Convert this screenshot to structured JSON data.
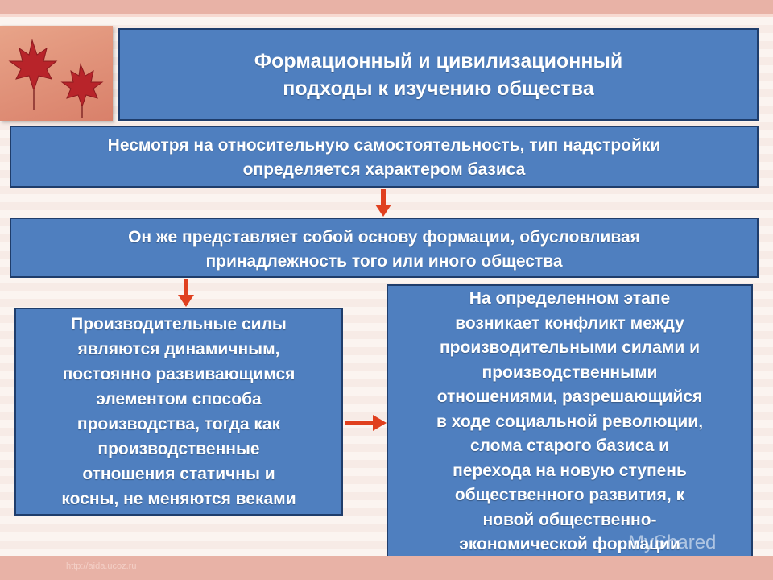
{
  "title": {
    "line1": "Формационный и цивилизационный",
    "line2": "подходы к изучению общества"
  },
  "box1": {
    "line1": "Несмотря на относительную самостоятельность, тип надстройки",
    "line2": "определяется характером базиса"
  },
  "box2": {
    "line1": "Он же представляет собой основу формации, обусловливая",
    "line2": "принадлежность того или иного общества"
  },
  "box3": {
    "lines": [
      "Производительные силы",
      "являются динамичным,",
      "постоянно развивающимся",
      "элементом способа",
      "производства, тогда как",
      "производственные",
      "отношения статичны и",
      "косны, не меняются веками"
    ]
  },
  "box4": {
    "lines": [
      "На определенном этапе",
      "возникает конфликт между",
      "производительными силами и",
      "производственными",
      "отношениями, разрешающийся",
      "в ходе социальной революции,",
      "слома старого базиса и",
      "перехода на новую ступень",
      "общественного развития, к",
      "новой общественно-",
      "экономической формации"
    ]
  },
  "watermark": {
    "url": "http://aida.ucoz.ru",
    "brand": "MyShared"
  },
  "colors": {
    "box_fill": "#4f7fbf",
    "box_border": "#1f3d6b",
    "arrow": "#e0401f",
    "accent_bar": "#e8b2a6"
  },
  "icons": [
    "maple-leaf-icon",
    "arrow-down-icon",
    "arrow-right-icon"
  ]
}
